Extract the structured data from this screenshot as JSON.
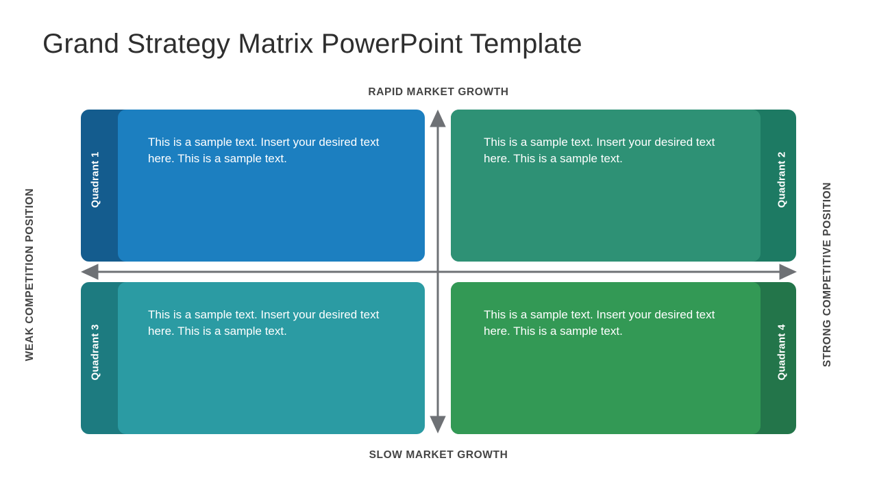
{
  "slide": {
    "title": "Grand Strategy Matrix PowerPoint Template"
  },
  "axes": {
    "top_label": "RAPID MARKET GROWTH",
    "bottom_label": "SLOW MARKET GROWTH",
    "left_label": "WEAK COMPETITION POSITION",
    "right_label": "STRONG COMPETITIVE POSITION",
    "line_color": "#6e7175"
  },
  "quadrants": [
    {
      "label": "Quadrant 1",
      "body": "This is a sample text. Insert your desired text here. This is a sample text.",
      "panel_color": "#1c7fc0",
      "strip_color": "#145c8e"
    },
    {
      "label": "Quadrant 2",
      "body": "This is a sample text. Insert your desired text here. This is a sample text.",
      "panel_color": "#2e9175",
      "strip_color": "#1d7a63"
    },
    {
      "label": "Quadrant 3",
      "body": "This is a sample text. Insert your desired text here. This is a sample text.",
      "panel_color": "#2b9ba3",
      "strip_color": "#1d7b80"
    },
    {
      "label": "Quadrant 4",
      "body": "This is a sample text. Insert your desired text here. This is a sample text.",
      "panel_color": "#339955",
      "strip_color": "#23754a"
    }
  ]
}
